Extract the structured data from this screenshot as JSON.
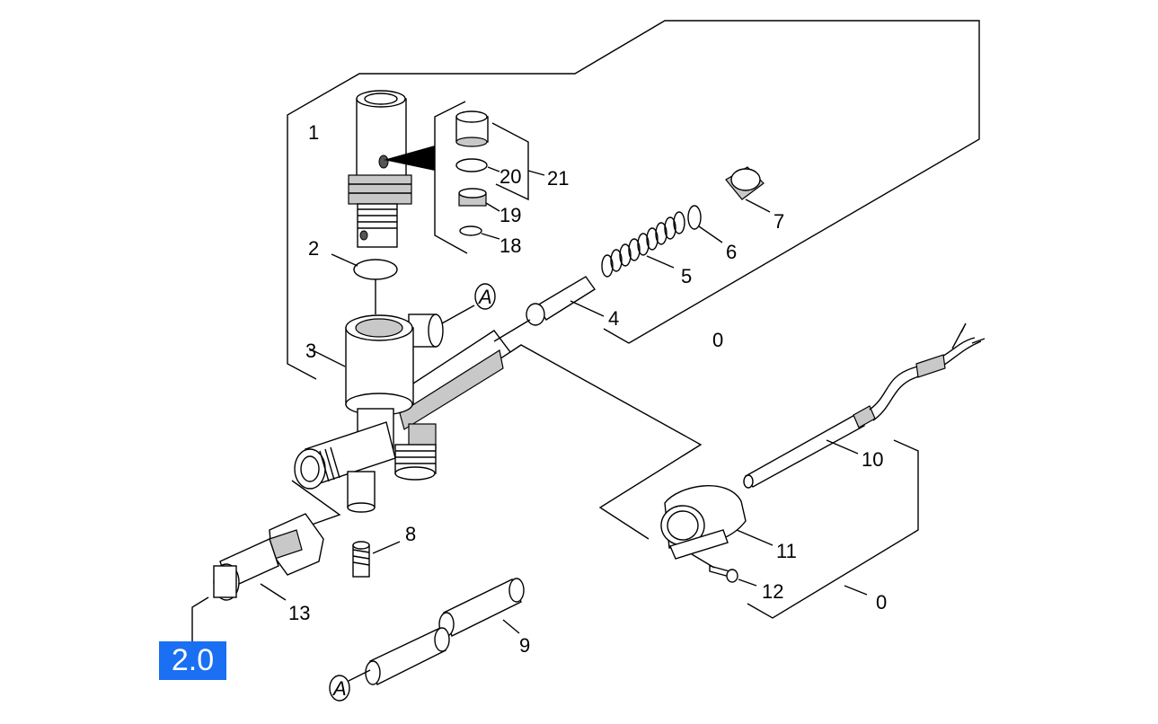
{
  "diagram": {
    "callouts": [
      {
        "id": "c1",
        "text": "1"
      },
      {
        "id": "c2",
        "text": "2"
      },
      {
        "id": "c3",
        "text": "3"
      },
      {
        "id": "c4",
        "text": "4"
      },
      {
        "id": "c5",
        "text": "5"
      },
      {
        "id": "c6",
        "text": "6"
      },
      {
        "id": "c7",
        "text": "7"
      },
      {
        "id": "c8",
        "text": "8"
      },
      {
        "id": "c9",
        "text": "9"
      },
      {
        "id": "c10",
        "text": "10"
      },
      {
        "id": "c11",
        "text": "11"
      },
      {
        "id": "c12",
        "text": "12"
      },
      {
        "id": "c13",
        "text": "13"
      },
      {
        "id": "c18",
        "text": "18"
      },
      {
        "id": "c19",
        "text": "19"
      },
      {
        "id": "c20",
        "text": "20"
      },
      {
        "id": "c21",
        "text": "21"
      },
      {
        "id": "c0a",
        "text": "0"
      },
      {
        "id": "c0b",
        "text": "0"
      }
    ],
    "connector_marks": [
      "A",
      "A"
    ],
    "version_badge": "2.0",
    "badge_color": "#1a6ff2"
  }
}
